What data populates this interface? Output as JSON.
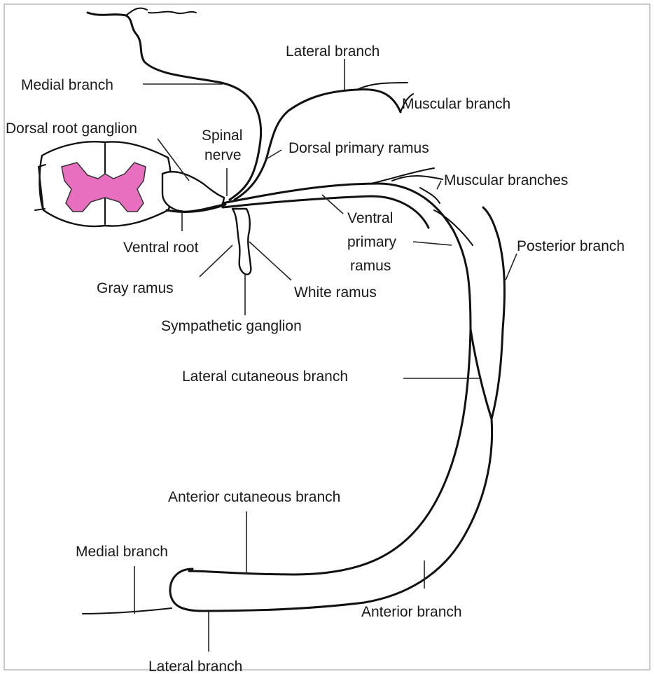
{
  "labels": {
    "medial_branch_top": "Medial branch",
    "lateral_branch_top": "Lateral branch",
    "muscular_branch": "Muscular branch",
    "dorsal_root_ganglion": "Dorsal root ganglion",
    "spinal_nerve_1": "Spinal",
    "spinal_nerve_2": "nerve",
    "dorsal_primary_ramus": "Dorsal primary ramus",
    "muscular_branches": "Muscular branches",
    "ventral_primary_ramus_1": "Ventral",
    "ventral_primary_ramus_2": "primary",
    "ventral_primary_ramus_3": "ramus",
    "posterior_branch": "Posterior branch",
    "ventral_root": "Ventral root",
    "gray_ramus": "Gray ramus",
    "white_ramus": "White ramus",
    "sympathetic_ganglion": "Sympathetic ganglion",
    "lateral_cutaneous_branch": "Lateral cutaneous branch",
    "anterior_cutaneous_branch": "Anterior cutaneous branch",
    "medial_branch_bottom": "Medial branch",
    "anterior_branch": "Anterior branch",
    "lateral_branch_bottom": "Lateral branch"
  },
  "colors": {
    "gray_matter": "#e86fbf",
    "line": "#111111",
    "background": "#ffffff"
  }
}
